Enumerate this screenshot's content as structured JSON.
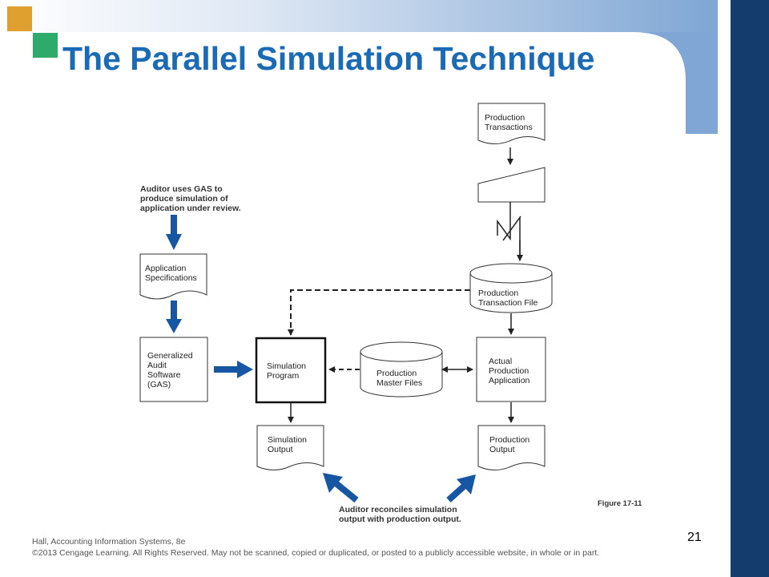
{
  "slide": {
    "title": "The Parallel Simulation Technique",
    "page_number": "21",
    "footer_line1": "Hall, Accounting Information Systems, 8e",
    "footer_line2": "©2013 Cengage Learning. All Rights Reserved. May not be scanned, copied or duplicated, or posted to a publicly accessible website, in whole or in part."
  },
  "diagram": {
    "note_top_left": [
      "Auditor uses GAS to",
      "produce simulation of",
      "application under review."
    ],
    "app_specs": [
      "Application",
      "Specifications"
    ],
    "gas": [
      "Generalized",
      "Audit",
      "Software",
      "(GAS)"
    ],
    "sim_program": [
      "Simulation",
      "Program"
    ],
    "master_files": [
      "Production",
      "Master Files"
    ],
    "actual_app": [
      "Actual",
      "Production",
      "Application"
    ],
    "prod_transactions": [
      "Production",
      "Transactions"
    ],
    "prod_trans_file": [
      "Production",
      "Transaction File"
    ],
    "sim_output": [
      "Simulation",
      "Output"
    ],
    "prod_output": [
      "Production",
      "Output"
    ],
    "note_bottom": [
      "Auditor reconciles simulation",
      "output with production output."
    ],
    "figure_label": "Figure 17-11"
  },
  "colors": {
    "title": "#1a6ab5",
    "right_bar": "#143d6e",
    "arrow_blue": "#1656a3",
    "gradient_light": "#dfe8f4",
    "gradient_dark": "#7fa6d4",
    "square_orange": "#e0a030",
    "square_green": "#2eaa6a"
  }
}
